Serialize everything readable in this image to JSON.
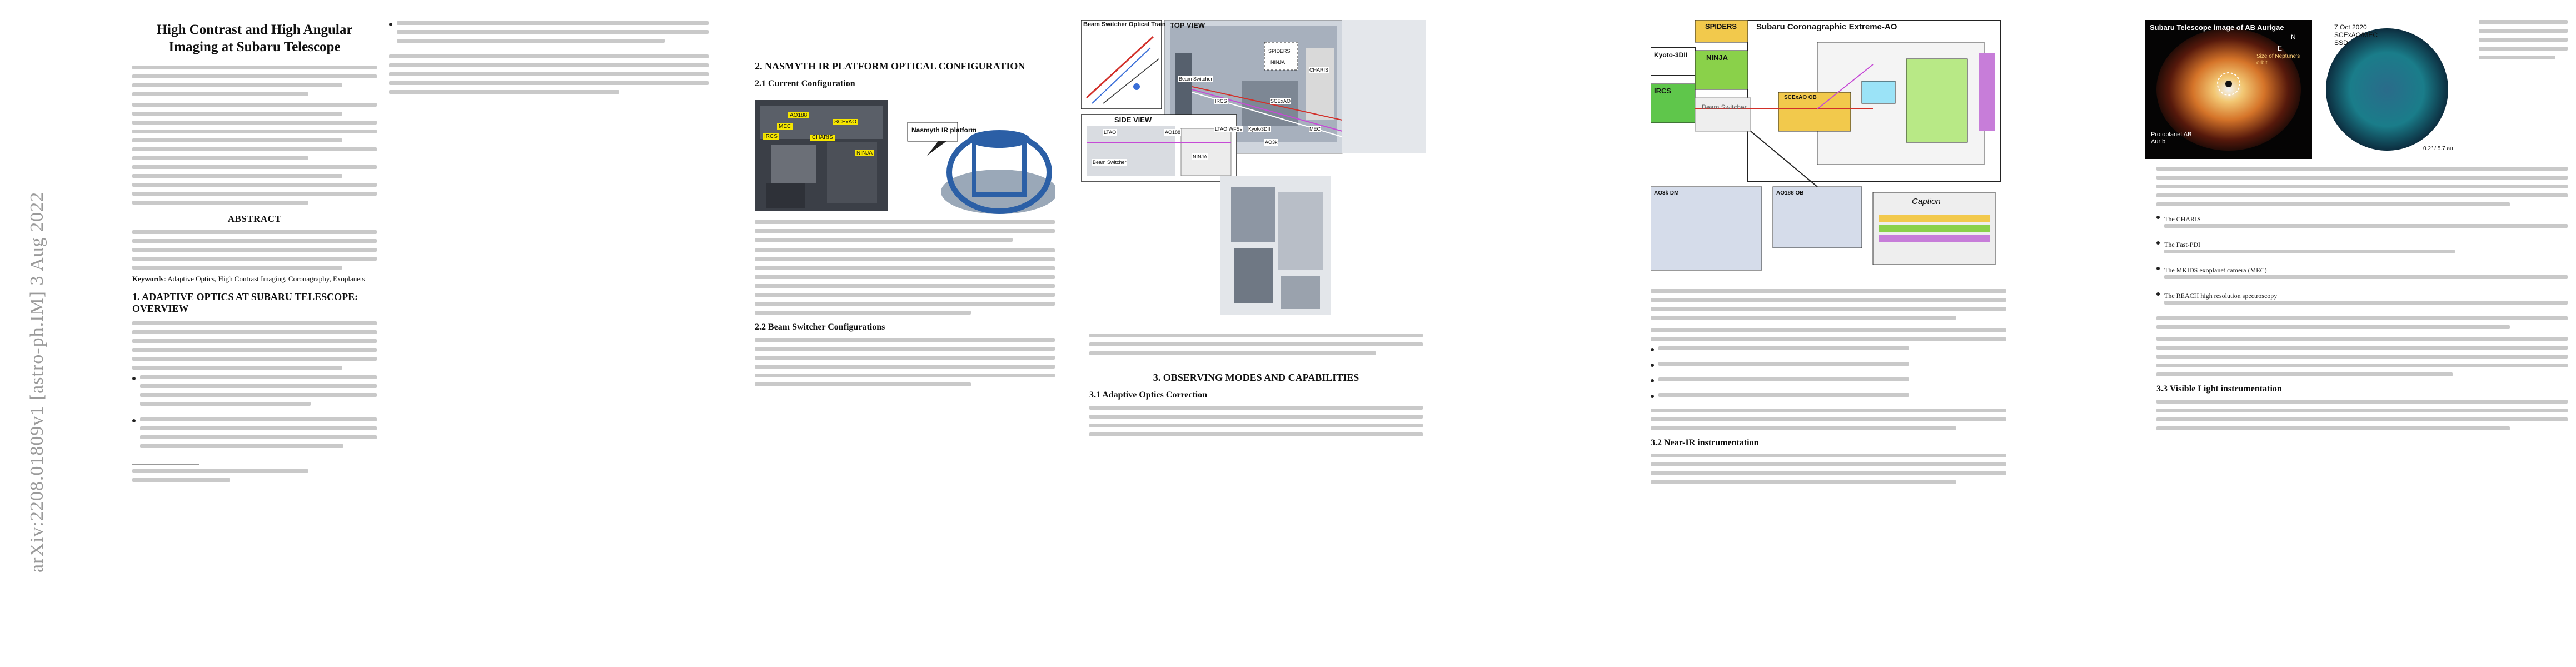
{
  "arxiv_stamp": "arXiv:2208.01809v1  [astro-ph.IM]  3 Aug 2022",
  "page1": {
    "title": "High Contrast and High Angular Imaging at Subaru Telescope",
    "abstract_heading": "ABSTRACT",
    "keywords_label": "Keywords:",
    "keywords": "Adaptive Optics, High Contrast Imaging, Coronagraphy, Exoplanets",
    "section1": "1. ADAPTIVE OPTICS AT SUBARU TELESCOPE: OVERVIEW"
  },
  "page2": {
    "section2": "2. NASMYTH IR PLATFORM OPTICAL CONFIGURATION",
    "sub21": "2.1 Current Configuration",
    "sub22": "2.2 Beam Switcher Configurations",
    "section3": "3. OBSERVING MODES AND CAPABILITIES",
    "sub31": "3.1 Adaptive Optics Correction",
    "fig1_label": "Nasmyth IR platform",
    "fig1_tags": [
      "AO188",
      "SCExAO",
      "CHARIS",
      "IRCS",
      "NINJA",
      "MEC"
    ],
    "fig2_titles": [
      "Beam Switcher Optical Train",
      "TOP VIEW",
      "SIDE VIEW"
    ],
    "fig2_labels": [
      "Beam Switcher",
      "IRCS",
      "SPIDERS",
      "NINJA",
      "CHARIS",
      "SCExAO",
      "LTAO WFSs",
      "Kyoto3DII",
      "MEC",
      "AO3k",
      "LTAO",
      "Beam Switcher",
      "NINJA",
      "AO188"
    ]
  },
  "page3": {
    "diagram_title": "Subaru Coronagraphic Extreme-AO",
    "boxes": [
      "Kyoto-3DII",
      "SPIDERS",
      "NINJA",
      "IRCS",
      "Beam Switcher",
      "SCExAO OB",
      "AO3k DM",
      "AO188 OB",
      "Caption"
    ],
    "sub22": "3.2 Near-IR instrumentation"
  },
  "page4": {
    "image_title": "Subaru Telescope image of AB Aurigae",
    "date_label": "7 Oct 2020",
    "instrument_label": "SCExAO/MEC",
    "mode_label": "SSD",
    "annotation1": "Size of Neptune's orbit",
    "annotation2": "Protoplanet AB Aur b",
    "scale_label": "0.2\" / 5.7 au",
    "compass_n": "N",
    "compass_e": "E",
    "sub33": "3.3 Visible Light instrumentation",
    "bullets": [
      "The CHARIS",
      "The Fast-PDI",
      "The MKIDS exoplanet camera (MEC)",
      "The REACH high resolution spectroscopy"
    ]
  }
}
